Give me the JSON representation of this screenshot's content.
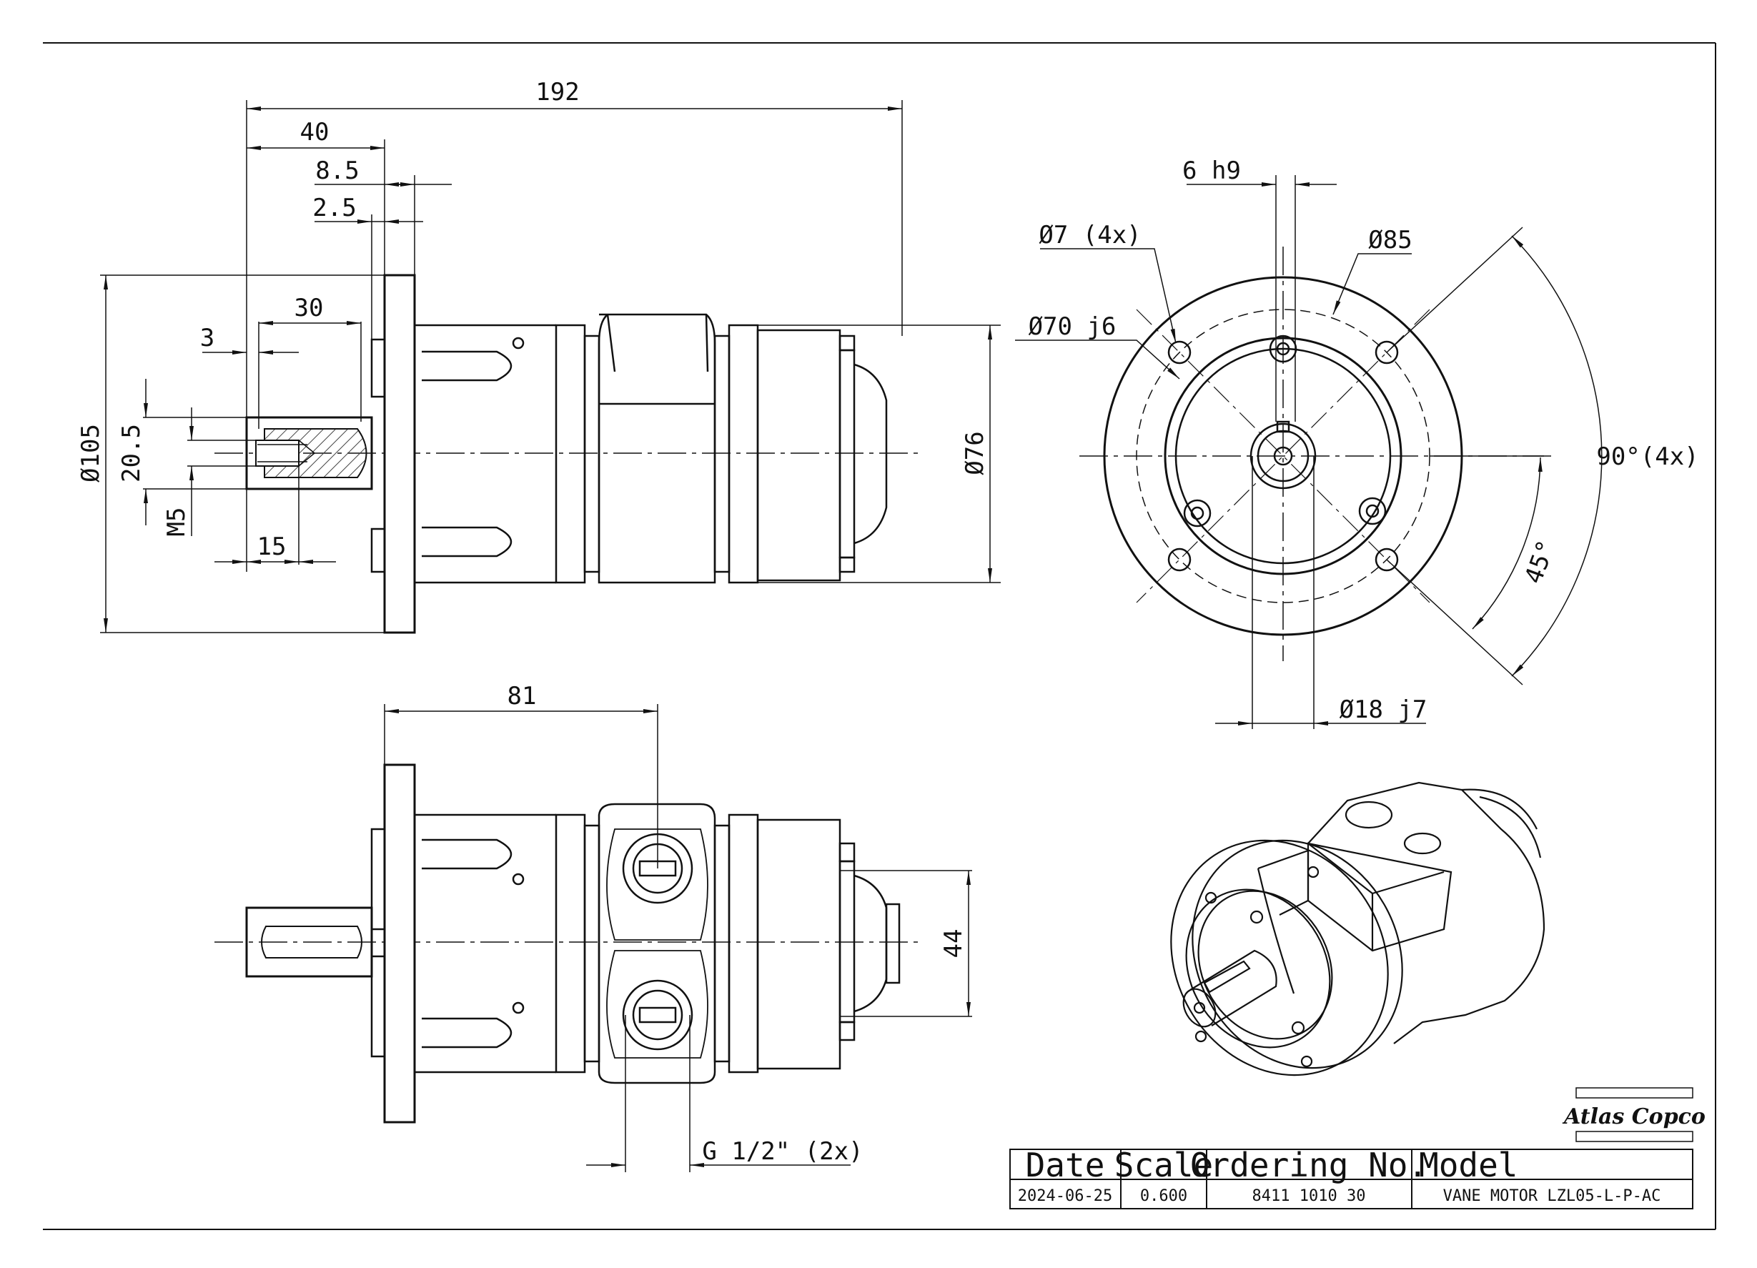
{
  "dimensions": {
    "total_length": "192",
    "shaft_length": "40",
    "flange_thickness": "8.5",
    "spigot": "2.5",
    "key_length": "30",
    "key_offset": "3",
    "key_height": "20.5",
    "thread": "M5",
    "thread_depth": "15",
    "flange_diameter": "Ø105",
    "body_diameter": "Ø76",
    "port_position": "81",
    "port_spacing": "44",
    "port_size": "G 1/2\" (2x)",
    "key_width": "6 h9",
    "hole_diameter": "Ø7 (4x)",
    "pitch_circle": "Ø85",
    "pilot_diameter": "Ø70 j6",
    "shaft_diameter": "Ø18 j7",
    "hole_angle": "90°(4x)",
    "offset_angle": "45°"
  },
  "brand": {
    "name": "Atlas Copco"
  },
  "title_block": {
    "headers": {
      "date": "Date",
      "scale": "Scale",
      "ordering": "Ordering No.",
      "model": "Model"
    },
    "values": {
      "date": "2024-06-25",
      "scale": "0.600",
      "ordering": "8411 1010 30",
      "model": "VANE MOTOR LZL05-L-P-AC"
    }
  },
  "colors": {
    "line": "#111111",
    "hatch": "#444444",
    "background": "#ffffff"
  }
}
